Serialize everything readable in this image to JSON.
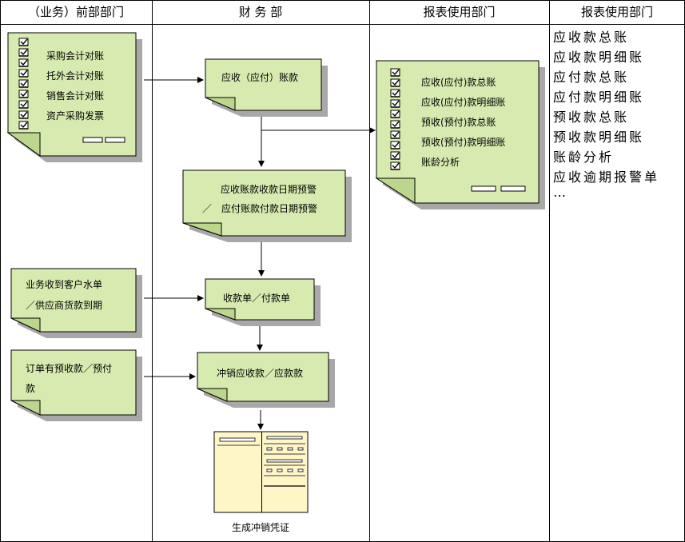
{
  "columns": [
    {
      "title": "（业务）前部部门"
    },
    {
      "title": "财 务 部"
    },
    {
      "title": "报表使用部门"
    },
    {
      "title": "报表使用部门"
    }
  ],
  "colors": {
    "doc_fill": "#D7EBB0",
    "shadow": "#A8A8A8",
    "voucher_fill": "#FFF6C8",
    "line": "#000000"
  },
  "business_docs": {
    "source_list": {
      "items": [
        "采购会计对账",
        "托外会计对账",
        "销售会计对账",
        "资产采购发票"
      ]
    },
    "receipt_notice": {
      "line1": "业务收到客户水单",
      "line2": "／供应商货款到期"
    },
    "order_prepay": {
      "line1": "订单有预收款／预付",
      "line2": "款"
    }
  },
  "finance_docs": {
    "ar_ap": {
      "label": "应收（应付）账款"
    },
    "warning": {
      "line1": "应收账款收款日期预警",
      "line2": "／　应付账款付款日期预警"
    },
    "receipt": {
      "label": "收款单／付款单"
    },
    "offset": {
      "label": "冲销应收款／应款款"
    },
    "voucher": {
      "caption": "生成冲销凭证"
    }
  },
  "report_docs": {
    "items": [
      "应收(应付)款总账",
      "应收(应付)款明细账",
      "预收(预付)款总账",
      "预收(预付)款明细账",
      "账龄分析"
    ]
  },
  "report_list": {
    "lines": [
      "应收款总账",
      "应收款明细账",
      "应付款总账",
      "应付款明细账",
      "预收款总账",
      "预收款明细账",
      "账龄分析",
      "应收逾期报警单",
      "…"
    ]
  }
}
